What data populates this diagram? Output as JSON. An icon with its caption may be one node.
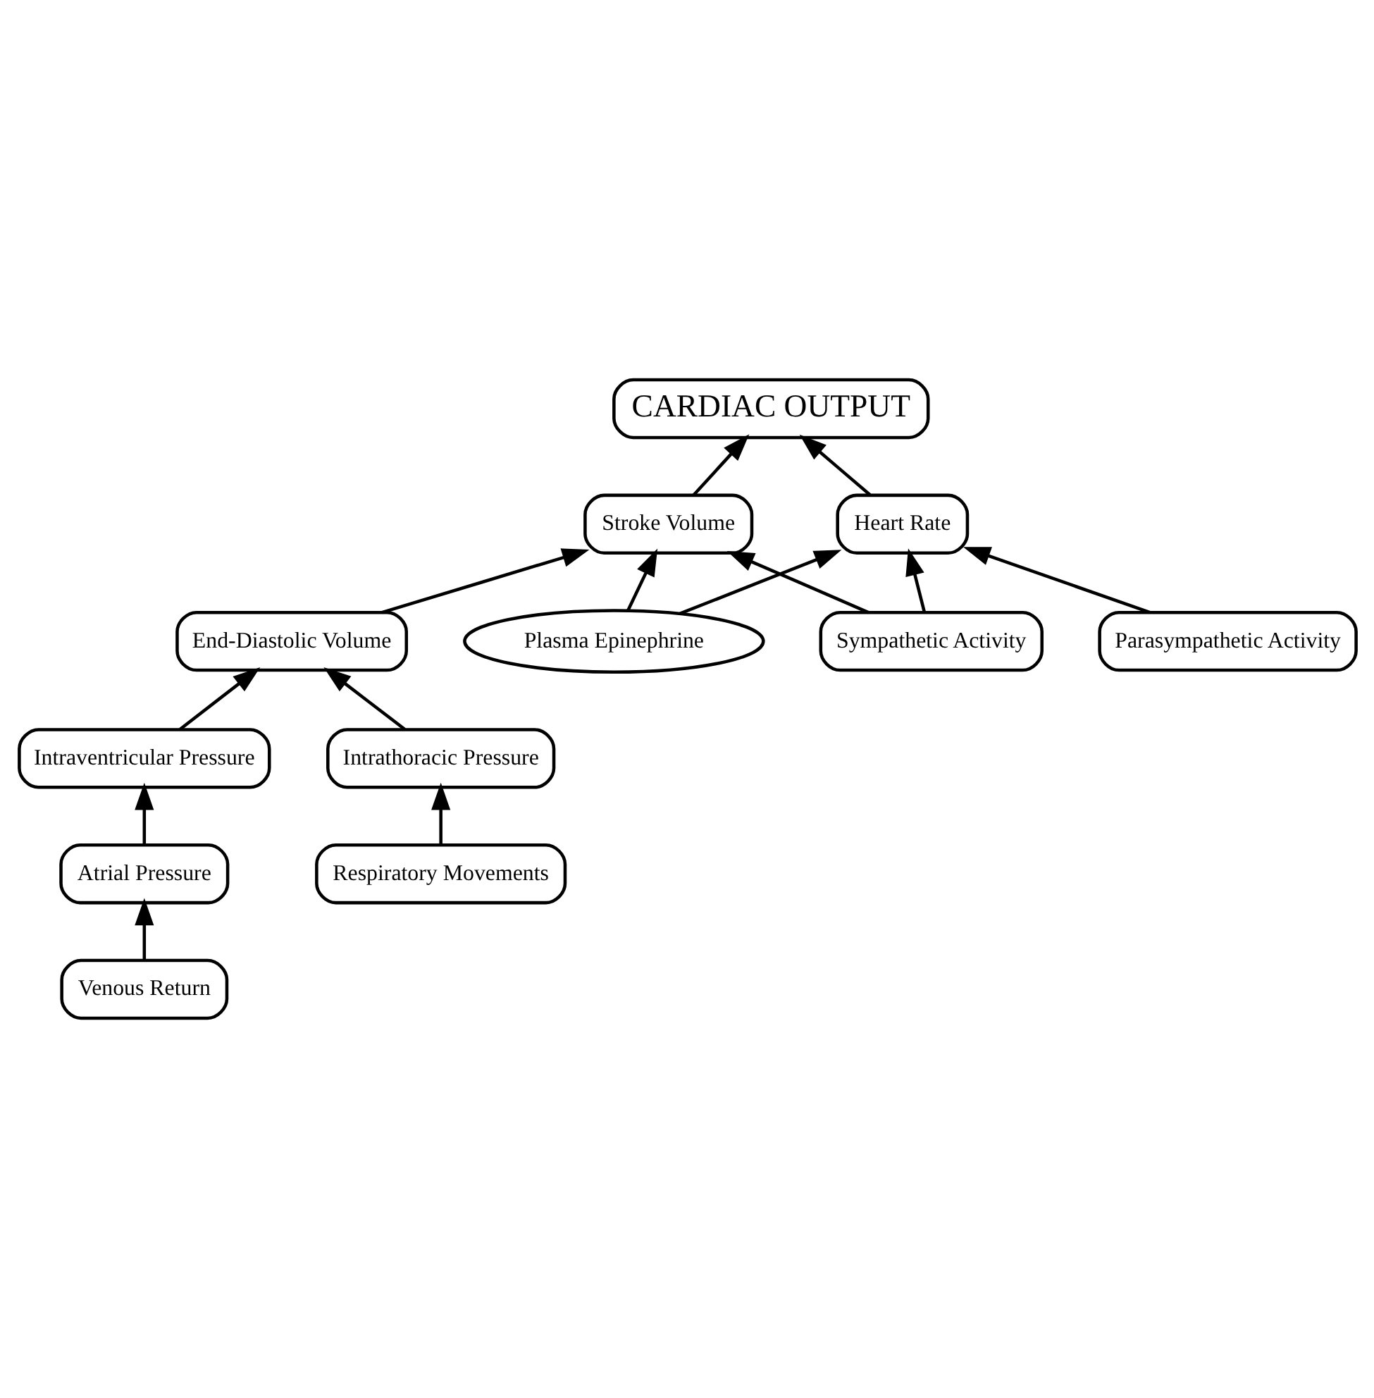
{
  "diagram": {
    "nodes": [
      {
        "text": [
          "CARDIAC OUTPUT"
        ]
      },
      {
        "text": [
          "Stroke Volume"
        ]
      },
      {
        "text": [
          "Heart Rate"
        ]
      },
      {
        "text": [
          "Plasma Epinephrine"
        ]
      },
      {
        "text": [
          "Parasympathetic Activity"
        ]
      },
      {
        "text": [
          "Sympathetic Activity"
        ]
      },
      {
        "text": [
          "End-Diastolic Volume"
        ]
      },
      {
        "text": [
          "Intraventricular Pressure"
        ]
      },
      {
        "text": [
          "Intrathoracic Pressure"
        ]
      },
      {
        "text": [
          "Atrial Pressure"
        ]
      },
      {
        "text": [
          "Respiratory Movements"
        ]
      },
      {
        "text": [
          "Venous Return"
        ]
      }
    ],
    "edges": [
      {
        "from": 1,
        "to": 0,
        "arrow": "to"
      },
      {
        "from": 2,
        "to": 0,
        "arrow": "to"
      },
      {
        "from": 3,
        "to": 1,
        "arrow": "to"
      },
      {
        "from": 3,
        "to": 2,
        "arrow": "to"
      },
      {
        "from": 4,
        "to": 2,
        "arrow": "to"
      },
      {
        "from": 5,
        "to": 1,
        "arrow": "to"
      },
      {
        "from": 5,
        "to": 2,
        "arrow": "to"
      },
      {
        "from": 6,
        "to": 1,
        "arrow": "to"
      },
      {
        "from": 8,
        "to": 6,
        "arrow": "to"
      },
      {
        "from": 7,
        "to": 6,
        "arrow": "to"
      },
      {
        "from": 9,
        "to": 7,
        "arrow": "to"
      },
      {
        "from": 11,
        "to": 9,
        "arrow": "to"
      },
      {
        "from": 10,
        "to": 8,
        "arrow": "to"
      }
    ]
  }
}
